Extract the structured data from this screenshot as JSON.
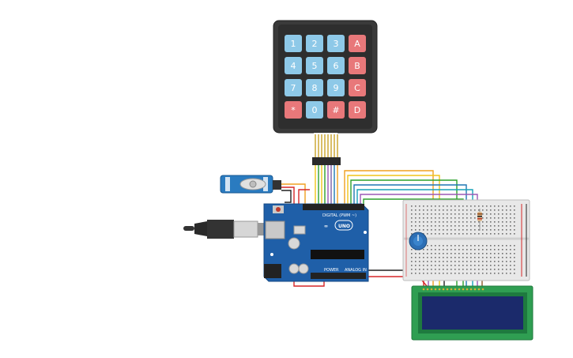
{
  "keypad": {
    "keys": [
      {
        "label": "1",
        "kind": "num"
      },
      {
        "label": "2",
        "kind": "num"
      },
      {
        "label": "3",
        "kind": "num"
      },
      {
        "label": "A",
        "kind": "letter"
      },
      {
        "label": "4",
        "kind": "num"
      },
      {
        "label": "5",
        "kind": "num"
      },
      {
        "label": "6",
        "kind": "num"
      },
      {
        "label": "B",
        "kind": "letter"
      },
      {
        "label": "7",
        "kind": "num"
      },
      {
        "label": "8",
        "kind": "num"
      },
      {
        "label": "9",
        "kind": "num"
      },
      {
        "label": "C",
        "kind": "letter"
      },
      {
        "label": "*",
        "kind": "letter"
      },
      {
        "label": "0",
        "kind": "num"
      },
      {
        "label": "#",
        "kind": "letter"
      },
      {
        "label": "D",
        "kind": "letter"
      }
    ]
  },
  "arduino": {
    "logo": "∞",
    "model": "UNO",
    "header_label": "DIGITAL (PWM ~)",
    "power_label": "POWER",
    "analog_label": "ANALOG IN"
  },
  "colors": {
    "key_num": "#8ec9e8",
    "key_letter": "#e8787a",
    "keypad_body": "#3a3a3a",
    "board": "#1f5fa8",
    "breadboard": "#e8e8e8",
    "lcd_board": "#2f9e52",
    "lcd_screen": "#1b2a6b",
    "servo": "#2a7bc0"
  },
  "icons": {
    "usb": "usb-connector-icon",
    "servo": "servo-motor-icon",
    "potentiometer": "potentiometer-icon",
    "resistor": "resistor-icon"
  }
}
